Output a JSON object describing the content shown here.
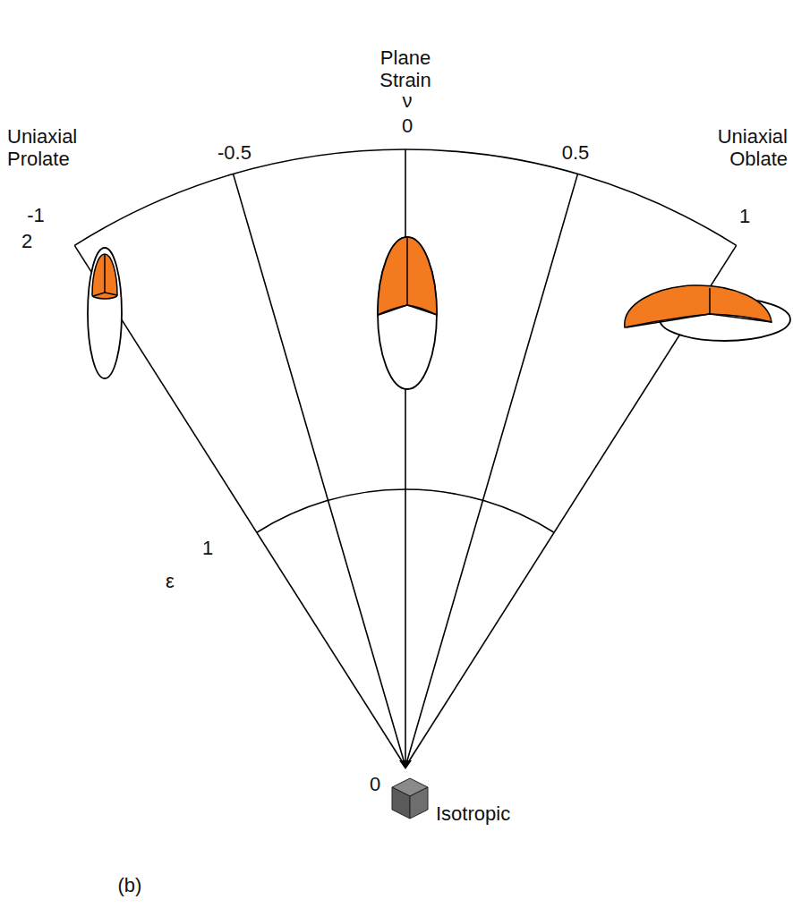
{
  "diagram": {
    "labels": [
      "Plane Strain",
      "ν",
      "Uniaxial Prolate",
      "-0.5",
      "0",
      "0.5",
      "Uniaxial Oblate",
      "-1",
      "1",
      "2",
      "ε",
      "1",
      "0",
      "(b)",
      "Isotropic"
    ]
  }
}
